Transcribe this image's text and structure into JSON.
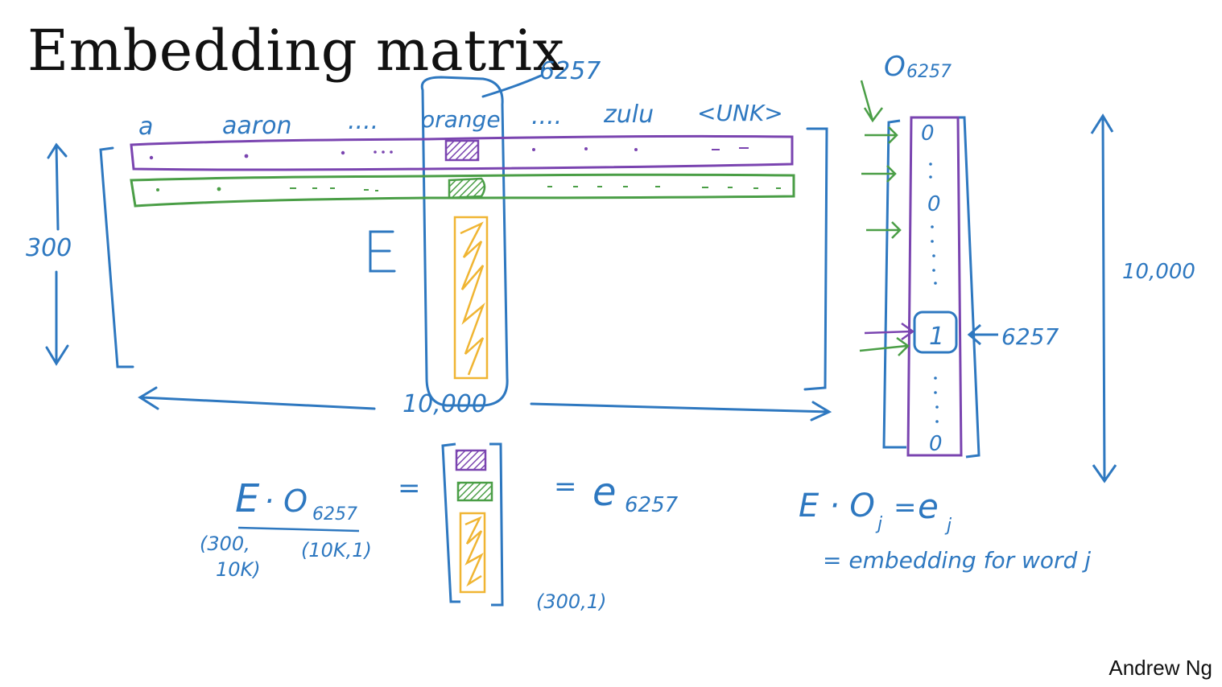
{
  "title": "Embedding matrix",
  "author": "Andrew Ng",
  "colors": {
    "ink": "#2e78c0",
    "purple": "#7a44b0",
    "green": "#4a9e46",
    "yellow": "#f0b533"
  },
  "matrix": {
    "column_words": [
      "a",
      "aaron",
      "....",
      "orange",
      "....",
      "zulu",
      "<UNK>"
    ],
    "column_index_label": "6257",
    "symbol": "E",
    "rows_label": "300",
    "cols_label": "10,000"
  },
  "one_hot": {
    "label": "O6257",
    "label_main": "O",
    "label_sub": "6257",
    "zero_entry": "0",
    "one_entry": "1",
    "index_label": "6257",
    "length_label": "10,000"
  },
  "equation": {
    "lhs_E": "E",
    "lhs_dot_O": "· O",
    "lhs_sub": "6257",
    "equals_1": "=",
    "equals_2": "=",
    "rhs_e": "e",
    "rhs_sub": "6257",
    "dim_E": "(300, 10K)",
    "dim_E_line1": "(300,",
    "dim_E_line2": "10K)",
    "dim_O": "(10K,1)",
    "dim_result": "(300,1)"
  },
  "general": {
    "formula": "E · Oj = ej",
    "formula_lhs": "E · O",
    "formula_sub": "j",
    "formula_eq": "=",
    "formula_e": "e",
    "description": "= embedding for word j"
  }
}
